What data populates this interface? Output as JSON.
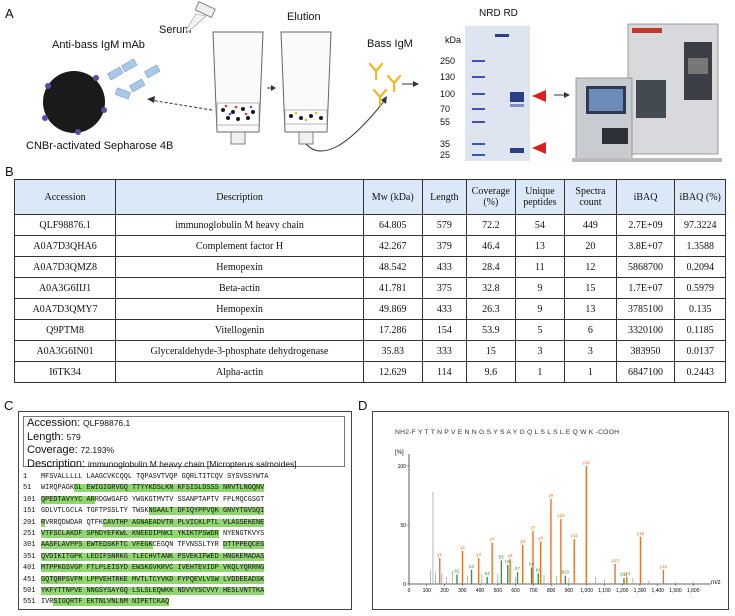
{
  "panel_a": {
    "label": "A",
    "serum": "Serum",
    "elution": "Elution",
    "mab": "Anti-bass IgM mAb",
    "bass_igm": "Bass IgM",
    "sepharose": "CNBr-activated Sepharose 4B",
    "gel_header": "NRD RD",
    "kda": "kDa",
    "markers": [
      "250",
      "130",
      "100",
      "70",
      "55",
      "35",
      "25"
    ]
  },
  "panel_b": {
    "label": "B",
    "headers": [
      "Accession",
      "Description",
      "Mw (kDa)",
      "Length",
      "Coverage (%)",
      "Unique peptides",
      "Spectra count",
      "iBAQ",
      "iBAQ (%)"
    ],
    "rows": [
      [
        "QLF98876.1",
        "immunoglobulin M heavy chain",
        "64.805",
        "579",
        "72.2",
        "54",
        "449",
        "2.7E+09",
        "97.3224"
      ],
      [
        "A0A7D3QHA6",
        "Complement factor H",
        "42.267",
        "379",
        "46.4",
        "13",
        "20",
        "3.8E+07",
        "1.3588"
      ],
      [
        "A0A7D3QMZ8",
        "Hemopexin",
        "48.542",
        "433",
        "28.4",
        "11",
        "12",
        "5868700",
        "0.2094"
      ],
      [
        "A0A3G6IIJ1",
        "Beta-actin",
        "41.781",
        "375",
        "32.8",
        "9",
        "15",
        "1.7E+07",
        "0.5979"
      ],
      [
        "A0A7D3QMY7",
        "Hemopexin",
        "49.869",
        "433",
        "26.3",
        "9",
        "13",
        "3785100",
        "0.135"
      ],
      [
        "Q9PTM8",
        "Vitellogenin",
        "17.286",
        "154",
        "53.9",
        "5",
        "6",
        "3320100",
        "0.1185"
      ],
      [
        "A0A3G6IN01",
        "Glyceraldehyde-3-phosphate dehydrogenase",
        "35.83",
        "333",
        "15",
        "3",
        "3",
        "383950",
        "0.0137"
      ],
      [
        "I6TK34",
        "Alpha-actin",
        "12.629",
        "114",
        "9.6",
        "1",
        "1",
        "6847100",
        "0.2443"
      ]
    ]
  },
  "panel_c": {
    "label": "C",
    "accession_key": "Accession:",
    "accession": "QLF98876.1",
    "length_key": "Length:",
    "length": "579",
    "coverage_key": "Coverage:",
    "coverage": "72.193%",
    "description_key": "Description:",
    "description": "immunoglobulin M heavy chain [Micropterus salmoides]",
    "lines": [
      {
        "n": "1",
        "segs": [
          [
            "MFSVALLLLL LAAGCVKCQQL TQPASVTVQP GQRLTITCQV SYSVSSYWTA",
            0
          ]
        ]
      },
      {
        "n": "51",
        "segs": [
          [
            "WIRQPAGK",
            0
          ],
          [
            "GL EWIGIGRVGQ TTYYKDSLKN KFSISLDSSS NRVTLNGQNV",
            1
          ]
        ]
      },
      {
        "n": "101",
        "segs": [
          [
            "QPEDTAVYYC AR",
            1
          ],
          [
            "RDGWGAFD YWGKGTMVTV SSANPTAPTV FPLMQCGSGT",
            0
          ]
        ]
      },
      {
        "n": "151",
        "segs": [
          [
            "GDLVTLGCLA TGFTPSSLTY TWSK",
            0
          ],
          [
            "NGAALT DFIQYPPVQK GNVYTGVSQI",
            1
          ]
        ]
      },
      {
        "n": "201",
        "segs": [
          [
            "R",
            1
          ],
          [
            "VRRQDWDAR QTFK",
            0
          ],
          [
            "CAVTHP AGNAEADVTR PLVICKLPTL VLASSEKENE",
            1
          ]
        ]
      },
      {
        "n": "251",
        "segs": [
          [
            "VTFSCLAKDF SPNDYEFKWL KNEEDIPNKI YKIKTPSWDR",
            1
          ],
          [
            " NYENGTKVYS",
            0
          ]
        ]
      },
      {
        "n": "301",
        "segs": [
          [
            "AASFLAVPPS EWTEDSKFTC VFEGK",
            1
          ],
          [
            "CEGQN TFVNSSLTYR ",
            0
          ],
          [
            "DTTPPEQCEG",
            1
          ]
        ]
      },
      {
        "n": "351",
        "segs": [
          [
            "QVDIKITGPK LEDIFSNRKG TLECHVTANK PSVEKIFWED HNGKEMADAS",
            1
          ]
        ]
      },
      {
        "n": "401",
        "segs": [
          [
            "MTPPKGSVGP FTLPLEISYD EWSKGVKRVC IVEHTEVIDP VKQLYQRRNG",
            1
          ]
        ]
      },
      {
        "n": "451",
        "segs": [
          [
            "GQTQRPSVFM LPPVEHTRKE MVTLTCYVKD FYPQEVLVSW LVDDEEADSK",
            1
          ]
        ]
      },
      {
        "n": "501",
        "segs": [
          [
            "YKFYTTNPVE NNGSYSAYGQ LSLSLEQWKK NDVVYSCVVY HESLVNTTKA",
            1
          ]
        ]
      },
      {
        "n": "551",
        "segs": [
          [
            "IVR",
            0
          ],
          [
            "SIGQRTF EKTNLVNLNM NIPETCKAQ",
            1
          ]
        ]
      }
    ]
  },
  "panel_d": {
    "label": "D",
    "peptide": "NH2-F Y T T N P V E N N G S Y S A Y G Q L S L S L E Q W K -COOH",
    "y_axis_label": "[%]",
    "x_axis_label": "m/z"
  },
  "chart_data": {
    "type": "bar",
    "title": "",
    "xlabel": "m/z",
    "ylabel": "[%]",
    "xlim": [
      0,
      1700
    ],
    "ylim": [
      0,
      105
    ],
    "x_ticks": [
      "0",
      "100",
      "200",
      "300",
      "400",
      "500",
      "600",
      "700",
      "800",
      "900",
      "1,000",
      "1,100",
      "1,200",
      "1,300",
      "1,400",
      "1,500",
      "1,600"
    ],
    "y_ticks": [
      "0",
      "50",
      "100"
    ],
    "colors": {
      "y_ion": "#e8742a",
      "b_ion": "#2e9d38",
      "other": "#999999"
    },
    "series": [
      {
        "name": "y",
        "x": [
          173,
          301,
          392,
          468,
          569,
          640,
          698,
          741,
          799,
          855,
          930,
          998,
          1160,
          1226,
          1303,
          1432
        ],
        "values": [
          22,
          28,
          22,
          35,
          21,
          33,
          45,
          36,
          72,
          55,
          38,
          100,
          17,
          6,
          40,
          12
        ],
        "labels": [
          "y1",
          "y2",
          "y3",
          "y4",
          "y5",
          "y6",
          "y7",
          "y8",
          "y9",
          "y10",
          "y11",
          "y12",
          "y13",
          "y14",
          "y15",
          "y16"
        ]
      },
      {
        "name": "b",
        "x": [
          270,
          352,
          440,
          520,
          556,
          611,
          690,
          728,
          880,
          1210
        ],
        "values": [
          8,
          12,
          6,
          20,
          16,
          10,
          14,
          9,
          7,
          5
        ],
        "labels": [
          "b2",
          "b3",
          "b4",
          "b5",
          "b6",
          "b7",
          "b8",
          "b9",
          "b10",
          "b11"
        ]
      },
      {
        "name": "other",
        "x": [
          120,
          135,
          150,
          185,
          210,
          245,
          330,
          410,
          500,
          600,
          760,
          830,
          900,
          1050,
          1100,
          1260,
          1350,
          1500,
          1600
        ],
        "values": [
          12,
          78,
          10,
          9,
          6,
          11,
          7,
          8,
          9,
          6,
          8,
          7,
          5,
          6,
          4,
          5,
          3,
          2,
          2
        ]
      }
    ]
  }
}
